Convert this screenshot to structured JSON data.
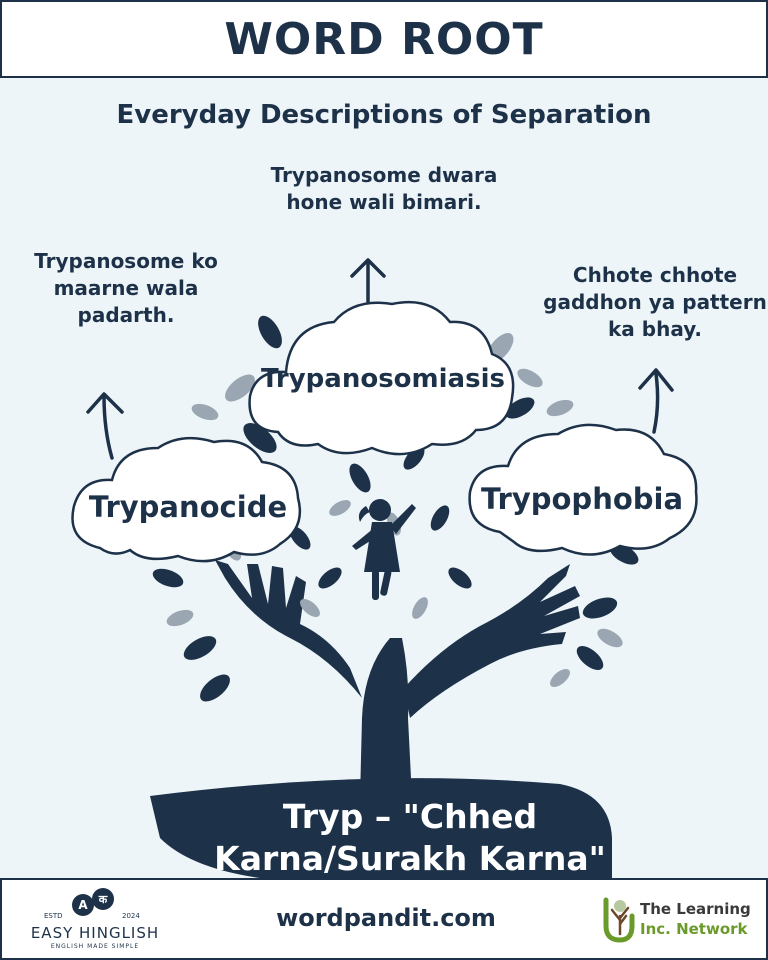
{
  "header": {
    "title": "WORD ROOT"
  },
  "subtitle": "Everyday Descriptions of Separation",
  "words": {
    "center": {
      "label": "Trypanosomiasis",
      "description": "Trypanosome dwara hone wali bimari."
    },
    "left": {
      "label": "Trypanocide",
      "description": "Trypanosome ko maarne wala padarth."
    },
    "right": {
      "label": "Trypophobia",
      "description": "Chhote chhote gaddhon ya pattern ka bhay."
    }
  },
  "root": {
    "line1": "Tryp – \"Chhed",
    "line2": "Karna/Surakh Karna\""
  },
  "footer": {
    "site": "wordpandit.com",
    "left_logo": {
      "brand": "EASY HINGLISH",
      "tagline": "ENGLISH MADE SIMPLE",
      "estd": "ESTD",
      "year": "2024",
      "glyph1": "A",
      "glyph2": "क"
    },
    "right_logo": {
      "line1": "The Learning",
      "line2": "Inc. Network"
    }
  },
  "colors": {
    "navy": "#1d3249",
    "background": "#eef5f9",
    "leaf_grey": "#9aa7b3",
    "logo_green": "#6a9a2a"
  },
  "icons": [
    "arrow-up-icon",
    "cloud-icon",
    "hands-tree-icon",
    "child-silhouette-icon",
    "tree-logo-icon"
  ]
}
